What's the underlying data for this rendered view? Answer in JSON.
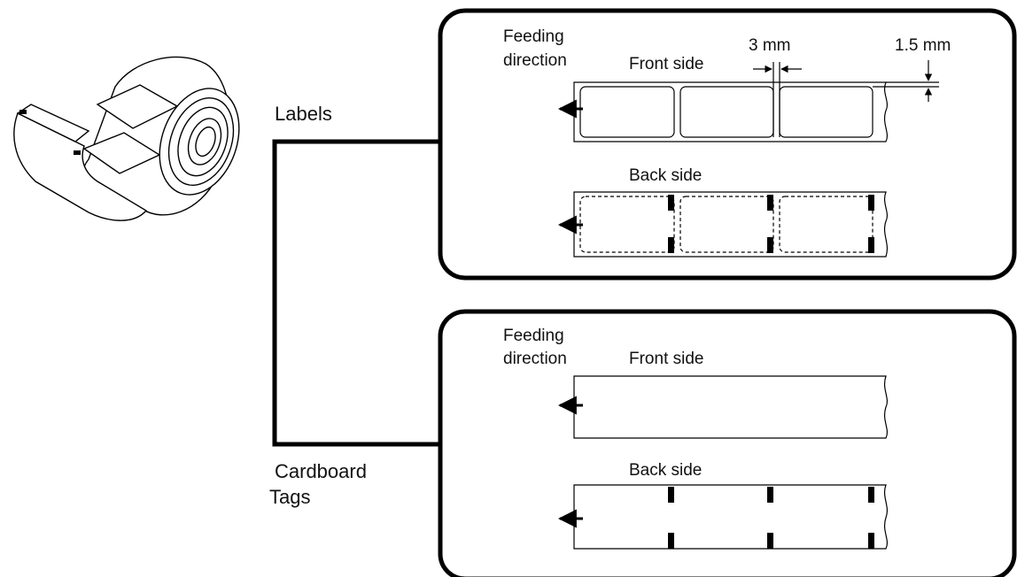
{
  "diagram": {
    "roll_labels": {
      "labels": "Labels",
      "cardboard": "Cardboard",
      "tags": "Tags"
    },
    "labels_panel": {
      "feeding_line1": "Feeding",
      "feeding_line2": "direction",
      "front_side": "Front side",
      "back_side": "Back side",
      "gap_dimension": "3 mm",
      "margin_dimension": "1.5 mm"
    },
    "tags_panel": {
      "feeding_line1": "Feeding",
      "feeding_line2": "direction",
      "front_side": "Front side",
      "back_side": "Back side"
    }
  }
}
